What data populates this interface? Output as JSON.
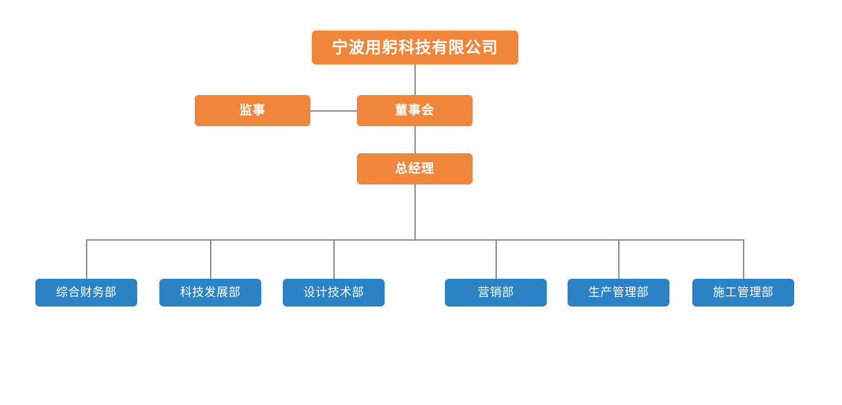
{
  "chart": {
    "type": "org-chart",
    "title": "",
    "background_color": "#ffffff",
    "line_color": "#8e8e8e",
    "colors": {
      "executive": "#f0853c",
      "department": "#2b83c6",
      "text": "#ffffff"
    }
  },
  "nodes": {
    "company": {
      "label": "宁波用躬科技有限公司",
      "level": "executive"
    },
    "supervisor": {
      "label": "监事",
      "level": "executive"
    },
    "board": {
      "label": "董事会",
      "level": "executive"
    },
    "general_manager": {
      "label": "总经理",
      "level": "executive"
    },
    "departments": [
      {
        "label": "综合财务部",
        "level": "department"
      },
      {
        "label": "科技发展部",
        "level": "department"
      },
      {
        "label": "设计技术部",
        "level": "department"
      },
      {
        "label": "营销部",
        "level": "department"
      },
      {
        "label": "生产管理部",
        "level": "department"
      },
      {
        "label": "施工管理部",
        "level": "department"
      }
    ]
  }
}
